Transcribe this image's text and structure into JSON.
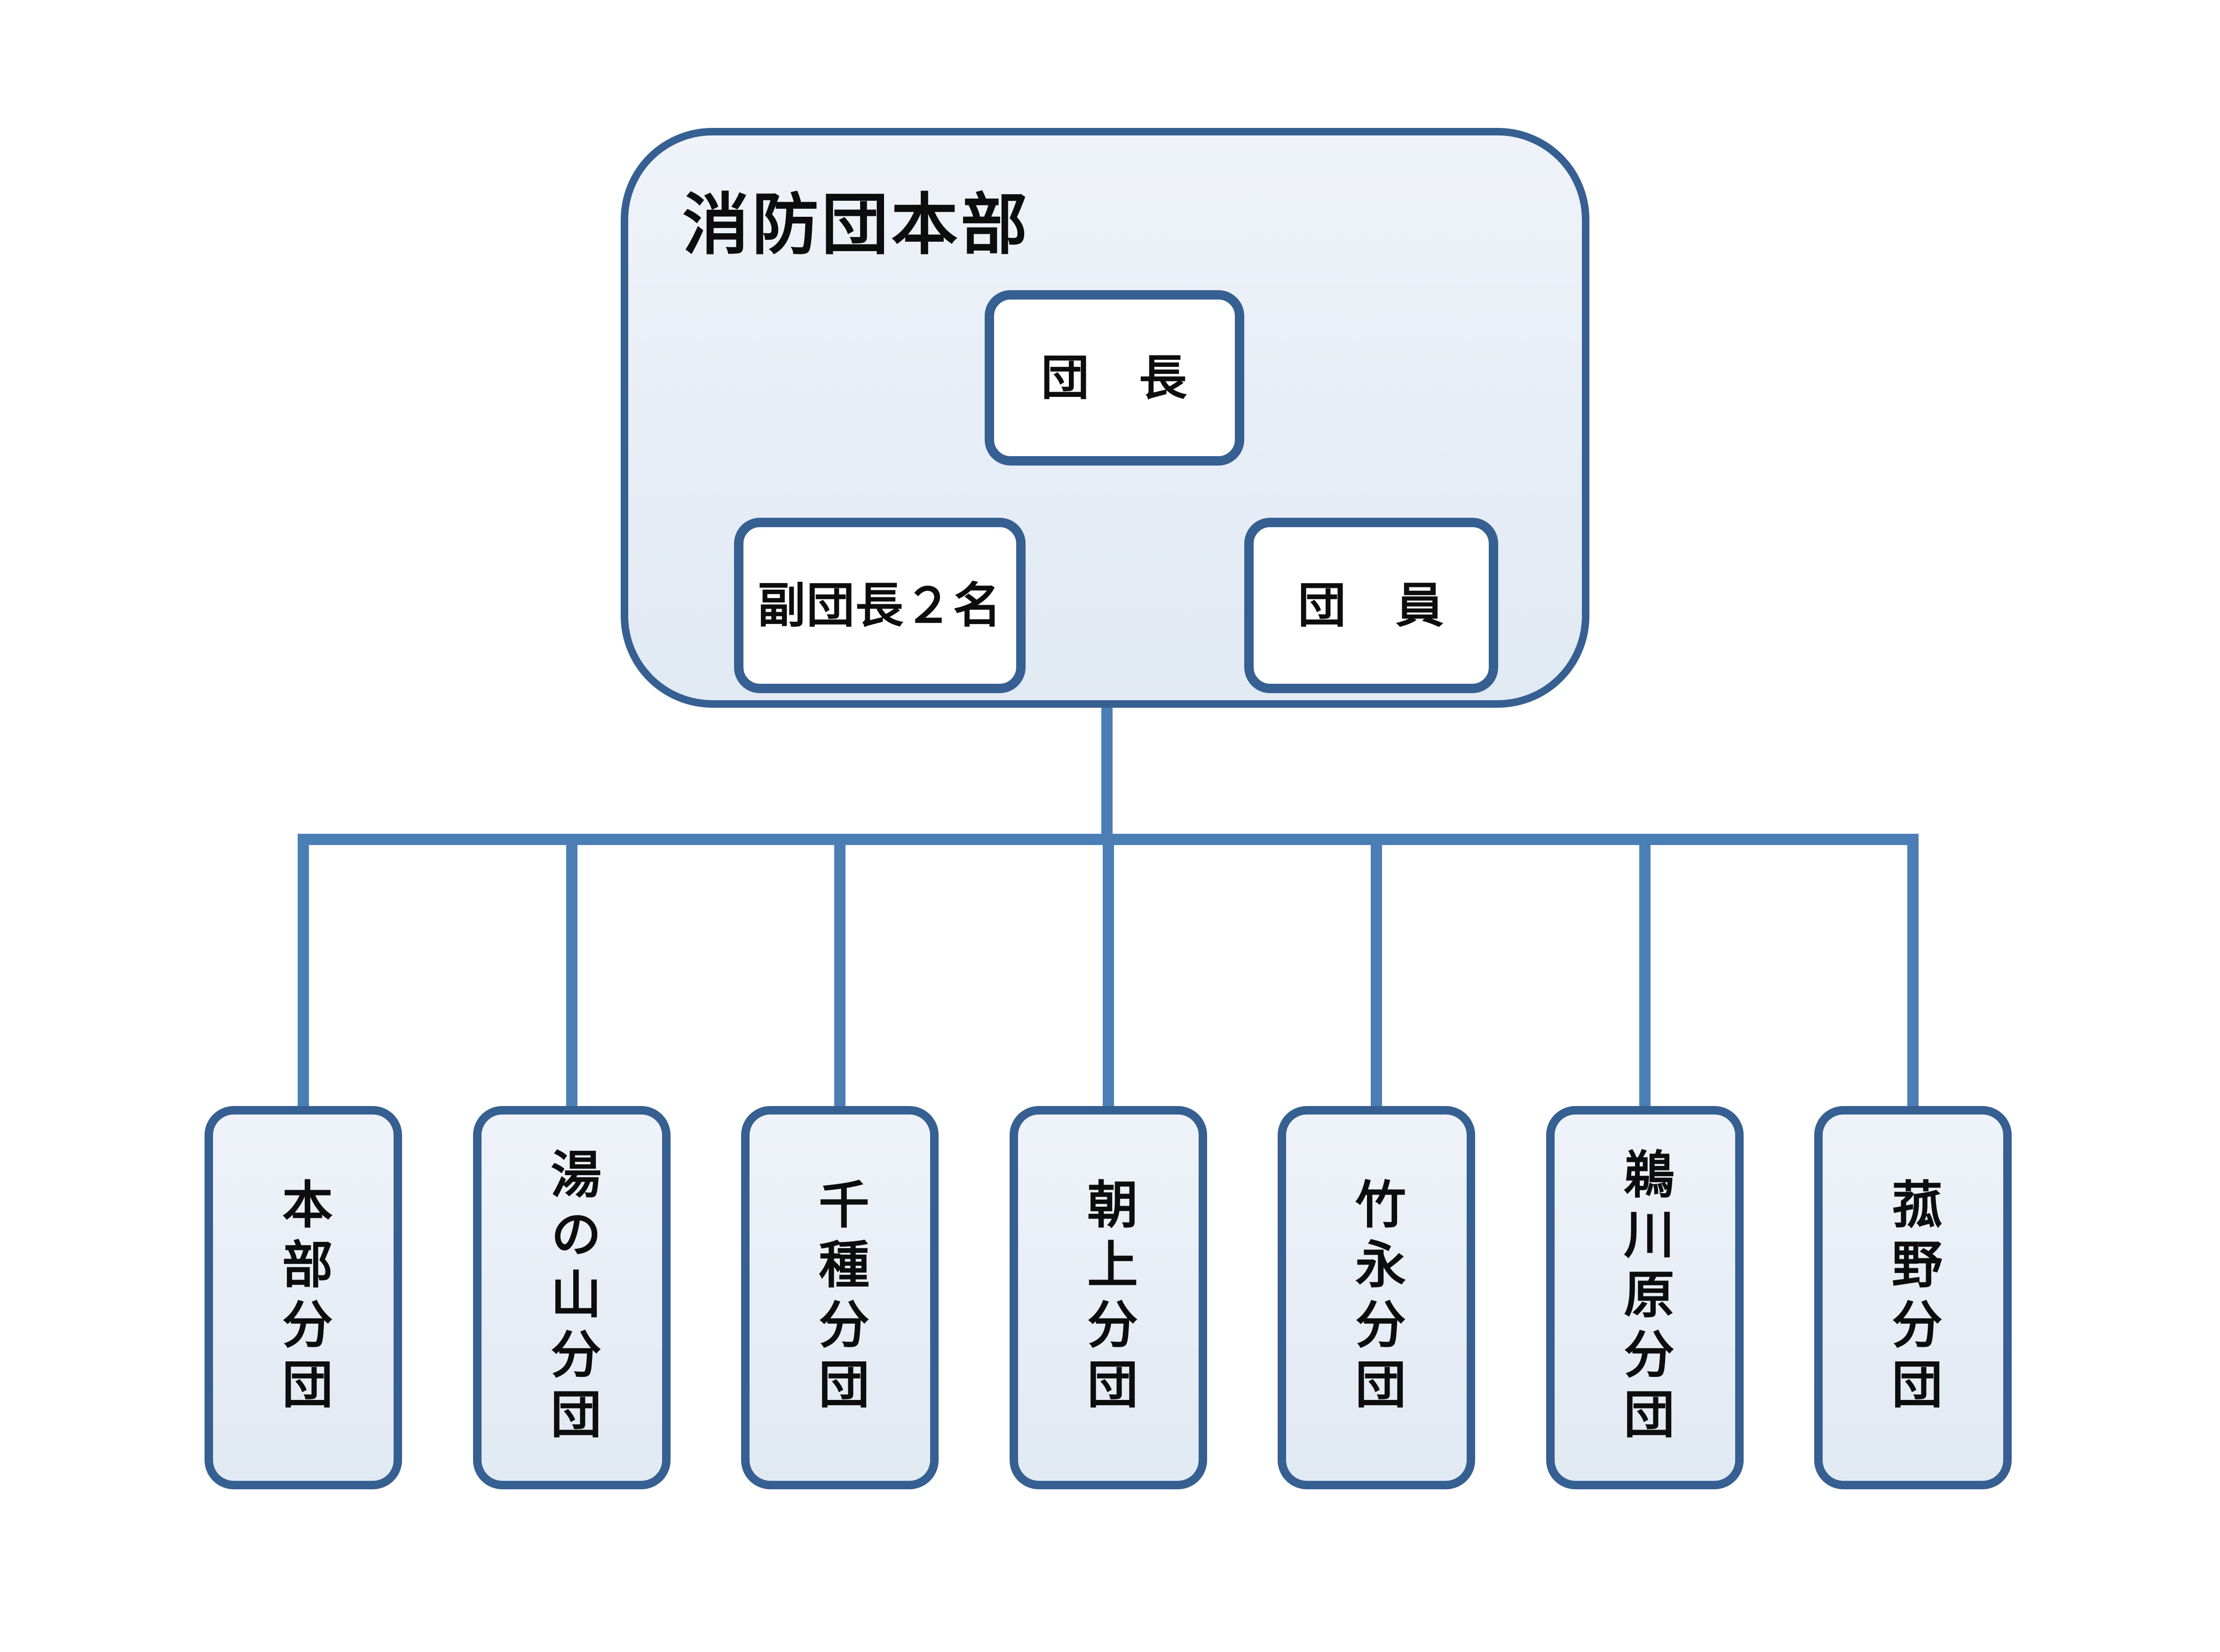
{
  "diagram": {
    "headquarters": {
      "title": "消防団本部",
      "roles": [
        {
          "id": "chief",
          "label": "団　長"
        },
        {
          "id": "vice-chief",
          "label": "副団長２名"
        },
        {
          "id": "member",
          "label": "団　員"
        }
      ]
    },
    "branches": [
      {
        "label": "本部分団"
      },
      {
        "label": "湯の山分団"
      },
      {
        "label": "千種分団"
      },
      {
        "label": "朝上分団"
      },
      {
        "label": "竹永分団"
      },
      {
        "label": "鵜川原分団"
      },
      {
        "label": "菰野分団"
      }
    ]
  },
  "colors": {
    "c-border": "#365f92",
    "c-line": "#4c7eb6",
    "c-text": "#0d0d0d",
    "c-bg": "#ffffff",
    "c-fill-top": "#eff3f9",
    "c-fill-bottom": "#e1e9f3"
  }
}
